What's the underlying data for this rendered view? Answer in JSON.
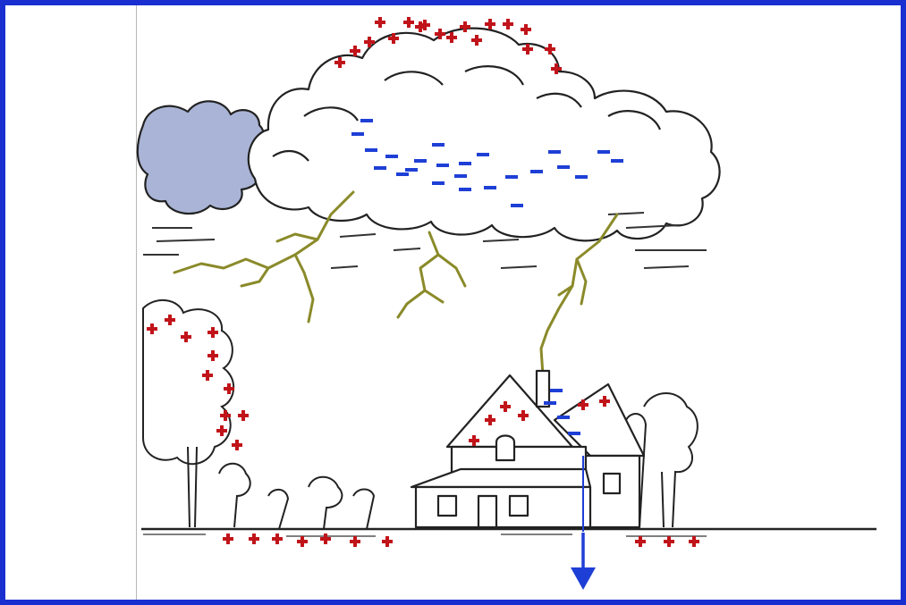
{
  "diagram": {
    "colors": {
      "frame": "#1a2fd0",
      "positive": "#c0141a",
      "negative": "#1e3fd6",
      "lightning": "#8a8a2a",
      "ink": "#222222",
      "cloud_shadow": "#a9b4d6",
      "arrow": "#1e3fd6"
    },
    "symbols": {
      "positive": "+",
      "negative": "−"
    },
    "charge_groups": [
      {
        "name": "cloud-top-positive",
        "sign": "positive",
        "count": 18
      },
      {
        "name": "cloud-base-negative",
        "sign": "negative",
        "count": 24
      },
      {
        "name": "ground-positive-left",
        "sign": "positive",
        "count": 7
      },
      {
        "name": "ground-positive-right",
        "sign": "positive",
        "count": 3
      },
      {
        "name": "tree-positive",
        "sign": "positive",
        "count": 11
      },
      {
        "name": "roof-positive",
        "sign": "positive",
        "count": 6
      },
      {
        "name": "chimney-negative",
        "sign": "negative",
        "count": 4
      }
    ],
    "icons": [
      "storm-cloud-icon",
      "lightning-bolt-icon",
      "house-icon",
      "tree-icon",
      "down-arrow-icon"
    ]
  }
}
